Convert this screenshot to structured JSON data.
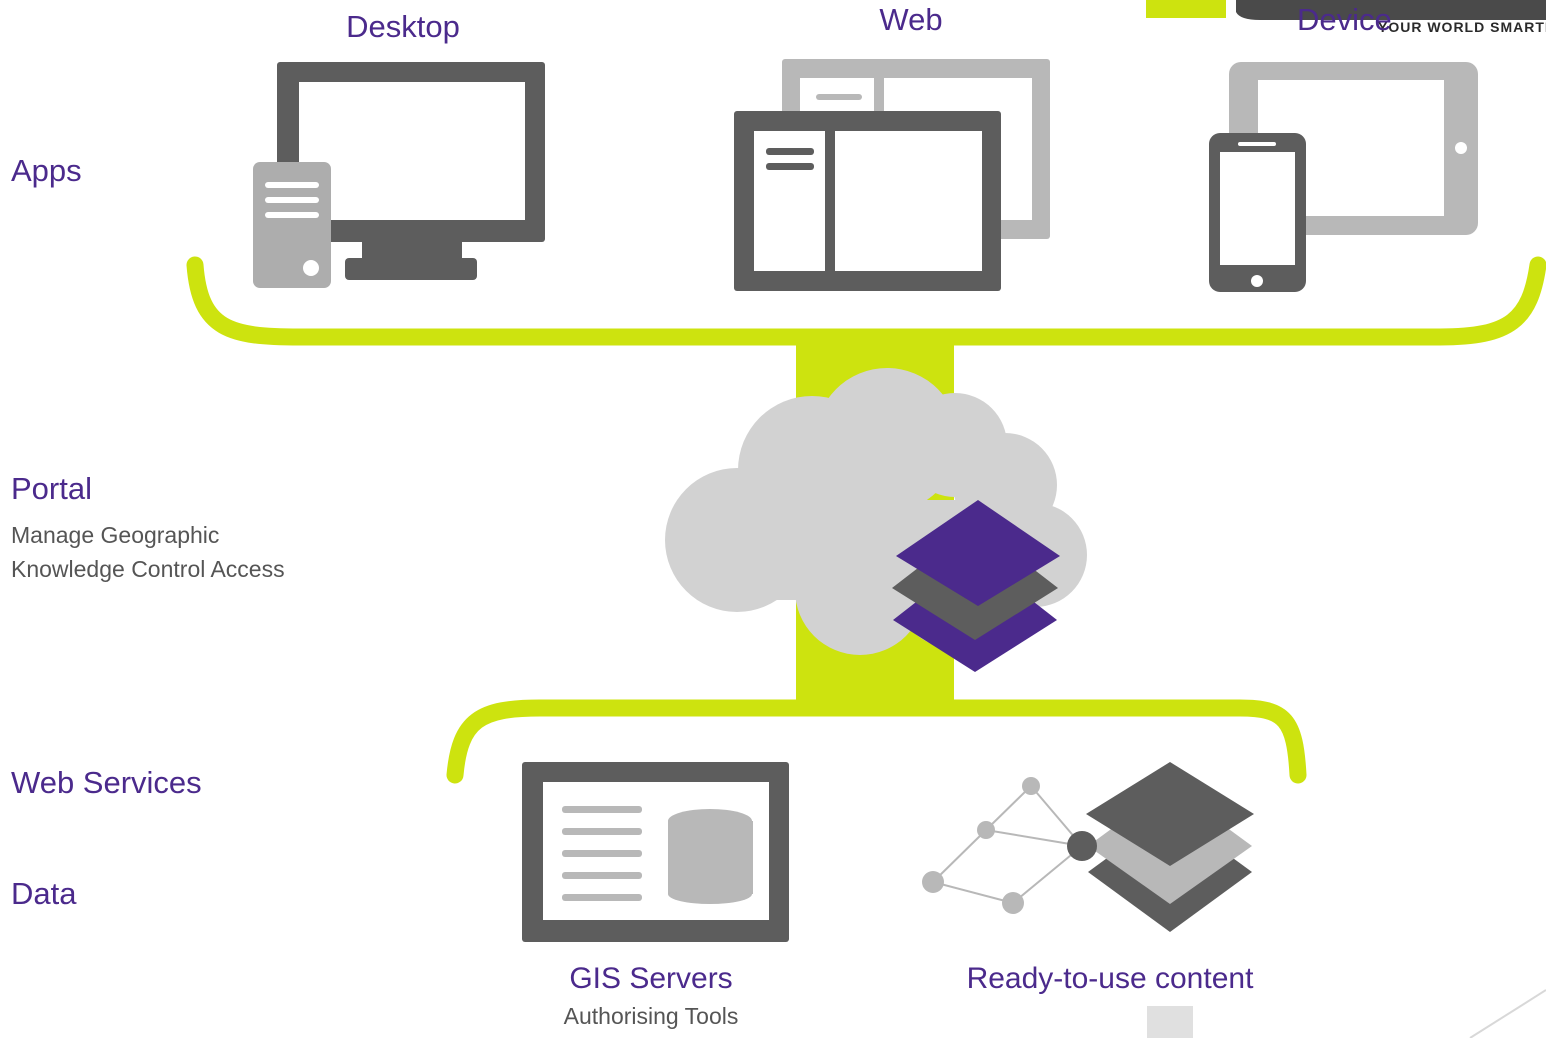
{
  "logo": {
    "tagline": "YOUR WORLD SMARTER",
    "colors": {
      "accent": "#cde30f",
      "mark": "#4a4a4a"
    }
  },
  "tiers": {
    "apps": {
      "label": "Apps"
    },
    "portal": {
      "label": "Portal",
      "description": "Manage Geographic\nKnowledge Control Access"
    },
    "web_services": {
      "label": "Web Services"
    },
    "data": {
      "label": "Data"
    }
  },
  "apps": {
    "desktop": {
      "label": "Desktop",
      "icon": "desktop-computer-icon"
    },
    "web": {
      "label": "Web",
      "icon": "web-browser-windows-icon"
    },
    "device": {
      "label": "Device",
      "icon": "tablet-and-phone-icon"
    }
  },
  "portal": {
    "icon": "cloud-layers-icon"
  },
  "services": {
    "gis_servers": {
      "label": "GIS Servers",
      "sublabel": "Authorising Tools",
      "icon": "server-database-icon"
    },
    "ready_content": {
      "label": "Ready-to-use content",
      "icon": "network-layers-icon"
    }
  },
  "colors": {
    "brand_purple": "#4b2a8c",
    "lime": "#cde30f",
    "dark_grey": "#5d5d5d",
    "light_grey": "#b8b8b8",
    "cloud_grey": "#d2d2d2"
  }
}
